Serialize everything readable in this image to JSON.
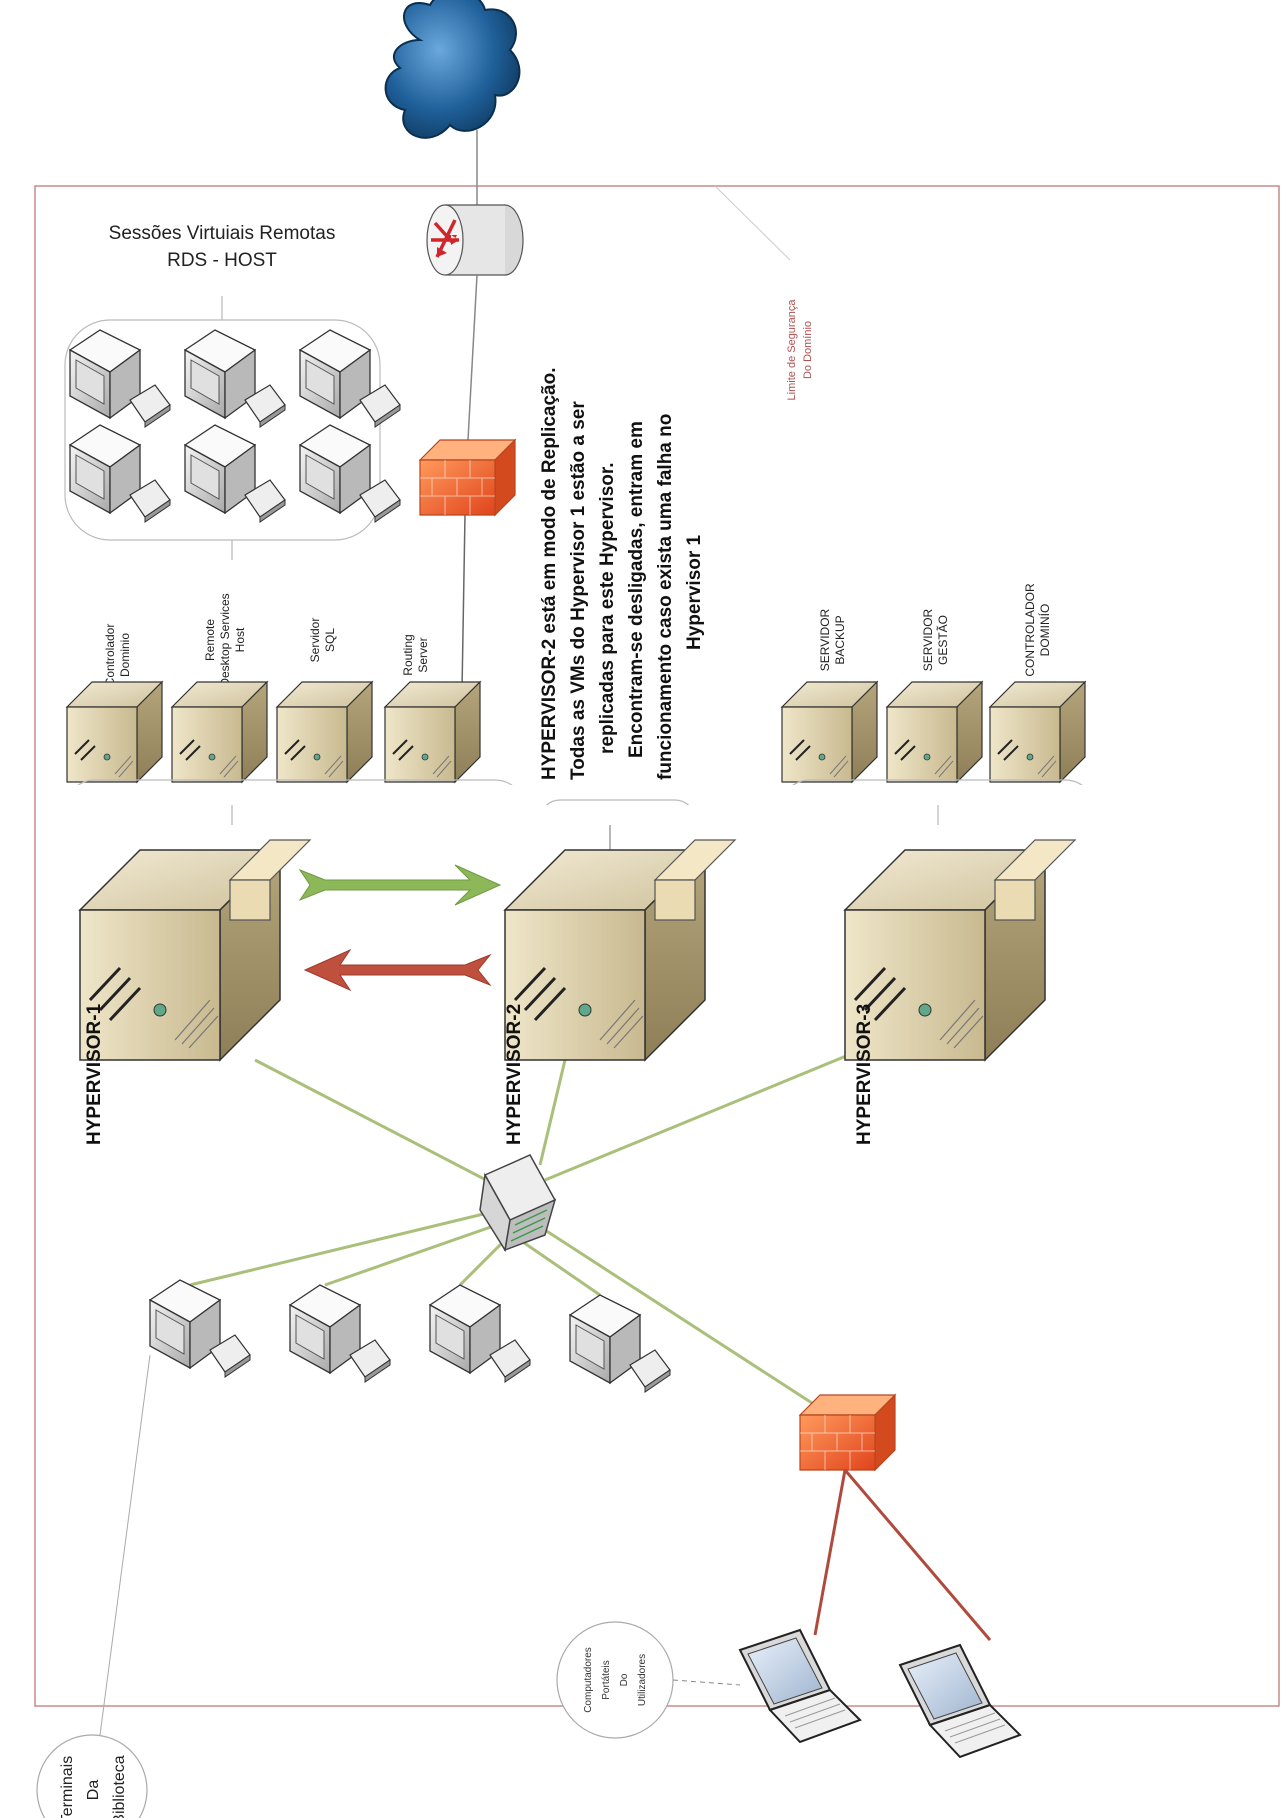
{
  "title": {
    "line1": "Sessões Virtuiais Remotas",
    "line2": "RDS - HOST"
  },
  "boundary_label": {
    "line1": "Limite de Segurança",
    "line2": "Do Domínio"
  },
  "hypervisors": [
    {
      "label": "HYPERVISOR-1"
    },
    {
      "label": "HYPERVISOR-2"
    },
    {
      "label": "HYPERVISOR-3"
    }
  ],
  "vms_group1": [
    {
      "line1": "Controlador",
      "line2": "Dominio",
      "line3": ""
    },
    {
      "line1": "Remote",
      "line2": "Desktop Services",
      "line3": "Host"
    },
    {
      "line1": "Servidor",
      "line2": "SQL",
      "line3": ""
    },
    {
      "line1": "Routing",
      "line2": "Server",
      "line3": ""
    }
  ],
  "vms_group3": [
    {
      "line1": "SERVIDOR",
      "line2": "BACKUP"
    },
    {
      "line1": "SERVIDOR",
      "line2": "GESTÃO"
    },
    {
      "line1": "CONTROLADOR",
      "line2": "DOMINÍO"
    }
  ],
  "replication_note": [
    "HYPERVISOR-2 está em modo de Replicação.",
    "Todas as VMs do Hypervisor 1 estão a ser",
    "replicadas para este Hypervisor.",
    "Encontram-se desligadas, entram em",
    "funcionamento caso exista uma falha no",
    "Hypervisor 1"
  ],
  "library_bubble": {
    "line1": "Terminais",
    "line2": "Da",
    "line3": "Biblioteca"
  },
  "laptops_bubble": {
    "line1": "Computadores",
    "line2": "Portáteis",
    "line3": "Do",
    "line4": "Utilizadores"
  },
  "colors": {
    "boundary": "#c98a8a",
    "lan_link": "#a9bf7a",
    "external_link": "#b04a3c",
    "arrow_forward": "#8db85a",
    "arrow_back": "#c0503e",
    "cloud": "#1f5f99",
    "firewall": "#f06a2c",
    "server_body": "#d9cfb0"
  }
}
